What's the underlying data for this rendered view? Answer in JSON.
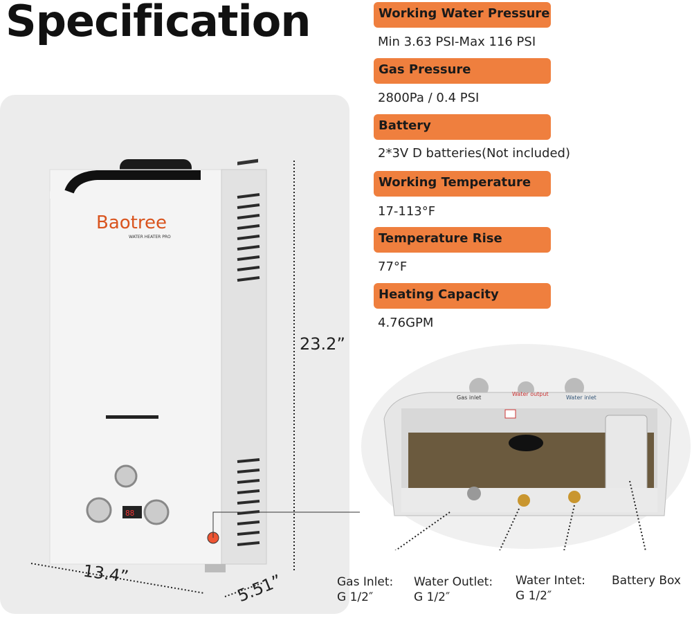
{
  "title": "Specification",
  "specs": [
    {
      "label": "Working Water Pressure",
      "value": "Min 3.63 PSI-Max 116 PSI"
    },
    {
      "label": "Gas Pressure",
      "value": "2800Pa / 0.4 PSI"
    },
    {
      "label": "Battery",
      "value": "2*3V D batteries(Not included)"
    },
    {
      "label": "Working Temperature",
      "value": "17-113°F"
    },
    {
      "label": "Temperature Rise",
      "value": "77°F"
    },
    {
      "label": "Heating Capacity",
      "value": "4.76GPM"
    }
  ],
  "dimensions": {
    "height": "23.2”",
    "width": "13.4”",
    "depth": "5.51”"
  },
  "product": {
    "brand": "Baotree",
    "subtitle": "WATER HEATER PRO",
    "display": "88"
  },
  "bottom_view": {
    "tags": [
      "Gas inlet",
      "Water output",
      "Water inlet"
    ],
    "ports": [
      {
        "name": "Gas Inlet:",
        "size": "G 1/2″"
      },
      {
        "name": "Water Outlet:",
        "size": "G 1/2″"
      },
      {
        "name": "Water Intet:",
        "size": "G 1/2″"
      },
      {
        "name": "Battery Box",
        "size": ""
      }
    ]
  },
  "colors": {
    "accent": "#ef7f3e",
    "panel": "#ececec"
  }
}
